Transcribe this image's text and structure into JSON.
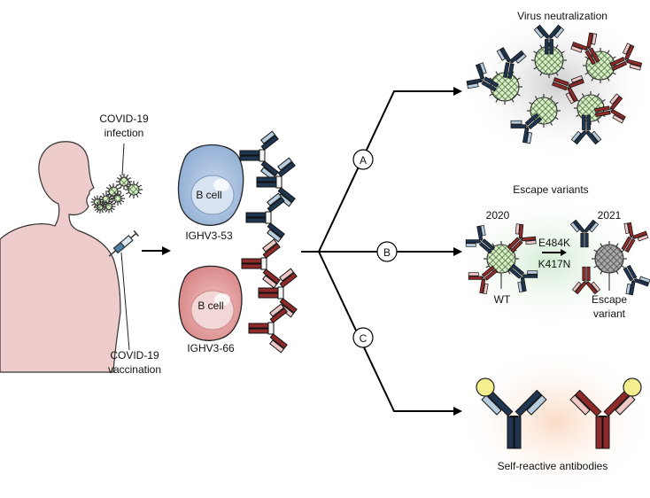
{
  "labels": {
    "covid_infection": [
      "COVID-19",
      "infection"
    ],
    "covid_vaccination": [
      "COVID-19",
      "vaccination"
    ],
    "bcell": "B cell",
    "ighv353": "IGHV3-53",
    "ighv366": "IGHV3-66",
    "branch_a": "A",
    "branch_b": "B",
    "branch_c": "C",
    "virus_neutralization": "Virus neutralization",
    "escape_variants": "Escape variants",
    "year_2020": "2020",
    "year_2021": "2021",
    "mutation_1": "E484K",
    "mutation_2": "K417N",
    "wt": "WT",
    "escape_variant": [
      "Escape",
      "variant"
    ],
    "self_reactive": "Self-reactive antibodies"
  },
  "colors": {
    "blue_dark": "#1f3550",
    "blue_light": "#b9cde0",
    "red_dark": "#8e2a2a",
    "red_light": "#efc8c8",
    "virus_green": "#d7edc4",
    "escape_gray": "#a8a8a8",
    "skin": "#efcccc",
    "bcell_blue": "#a7c0df",
    "bcell_red": "#df9a9a",
    "antigen_yellow": "#f5ee8e"
  }
}
